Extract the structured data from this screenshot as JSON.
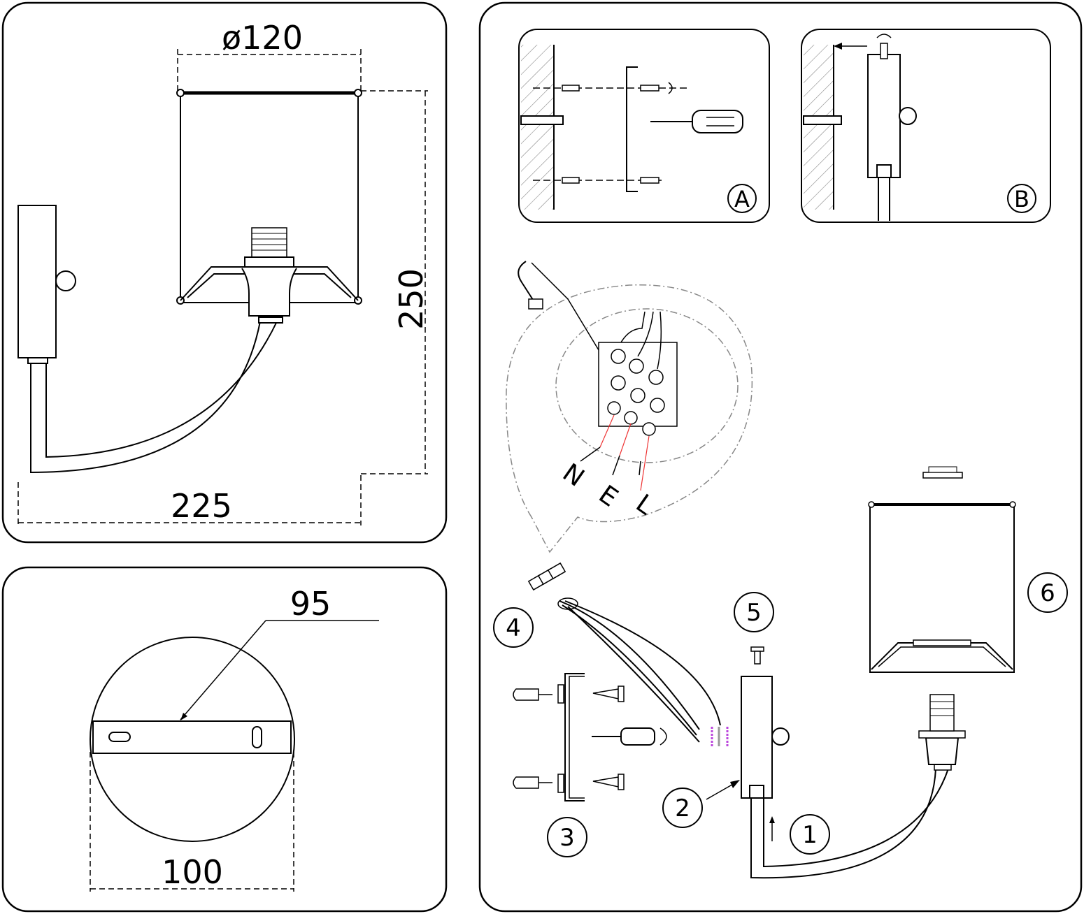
{
  "dimensions": {
    "shade_diameter": "ø120",
    "height": "250",
    "depth": "225",
    "plate_diameter": "95",
    "plate_width": "100"
  },
  "panels": {
    "a": "A",
    "b": "B"
  },
  "wires": {
    "n": "N",
    "e": "E",
    "l": "L"
  },
  "steps": [
    "1",
    "2",
    "3",
    "4",
    "5",
    "6"
  ]
}
